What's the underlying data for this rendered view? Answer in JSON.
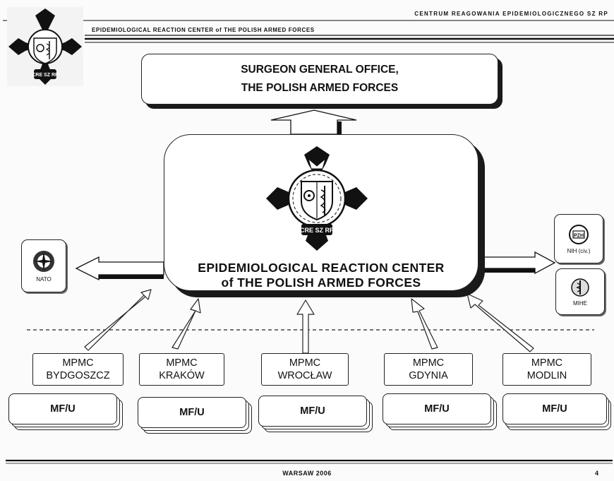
{
  "header": {
    "top_right": "CENTRUM REAGOWANIA EPIDEMIOLOGICZNEGO SZ RP",
    "subtitle": "EPIDEMIOLOGICAL REACTION CENTER of THE POLISH ARMED FORCES"
  },
  "surgeon_office": {
    "line1": "SURGEON GENERAL OFFICE,",
    "line2": "THE POLISH ARMED FORCES"
  },
  "center": {
    "line1": "EPIDEMIOLOGICAL REACTION CENTER",
    "line2": "of THE POLISH ARMED FORCES",
    "emblem_text": "CRE SZ RP"
  },
  "header_emblem_text": "CRE SZ RP",
  "partners": {
    "nato": "NATO",
    "nih": "NIH (civ.)",
    "nih_logo": "PZH",
    "mihe": "MIHE"
  },
  "units": [
    {
      "line1": "MPMC",
      "line2": "BYDGOSZCZ",
      "sub": "MF/U"
    },
    {
      "line1": "MPMC",
      "line2": "KRAKÓW",
      "sub": "MF/U"
    },
    {
      "line1": "MPMC",
      "line2": "WROCŁAW",
      "sub": "MF/U"
    },
    {
      "line1": "MPMC",
      "line2": "GDYNIA",
      "sub": "MF/U"
    },
    {
      "line1": "MPMC",
      "line2": "MODLIN",
      "sub": "MF/U"
    }
  ],
  "footer": {
    "place": "WARSAW 2006",
    "page": "4"
  },
  "icons": [
    "military-medical-emblem-icon",
    "nato-logo-icon",
    "pzh-logo-icon",
    "mihe-logo-icon"
  ]
}
